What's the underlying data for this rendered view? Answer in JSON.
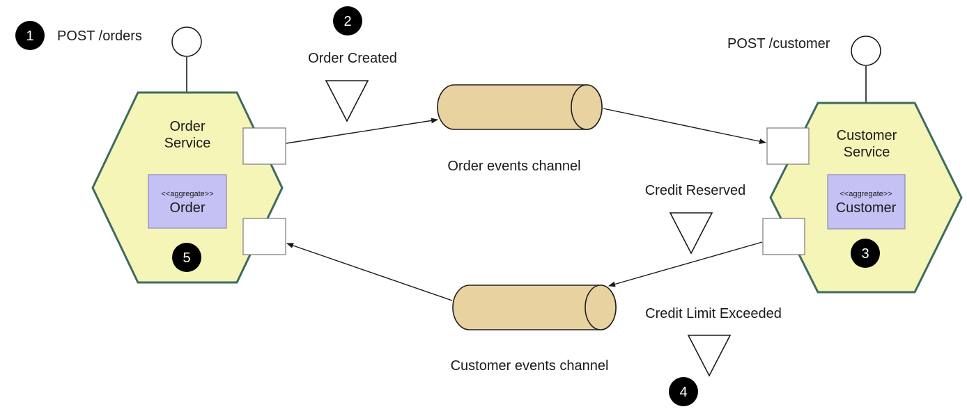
{
  "order_service": {
    "endpoint": "POST /orders",
    "name_line1": "Order",
    "name_line2": "Service",
    "aggregate_stereotype": "<<aggregate>>",
    "aggregate_name": "Order"
  },
  "customer_service": {
    "endpoint": "POST /customer",
    "name_line1": "Customer",
    "name_line2": "Service",
    "aggregate_stereotype": "<<aggregate>>",
    "aggregate_name": "Customer"
  },
  "channels": {
    "order_events": "Order events channel",
    "customer_events": "Customer events channel"
  },
  "events": {
    "order_created": "Order Created",
    "credit_reserved": "Credit Reserved",
    "credit_limit_exceeded": "Credit Limit Exceeded"
  },
  "steps": [
    "1",
    "2",
    "3",
    "4",
    "5"
  ],
  "colors": {
    "service_fill": "#f5f5b8",
    "service_border": "#3e6b5e",
    "aggregate_fill": "#c4c2f4",
    "channel_fill": "#e8d2a0",
    "badge_fill": "#000000"
  }
}
